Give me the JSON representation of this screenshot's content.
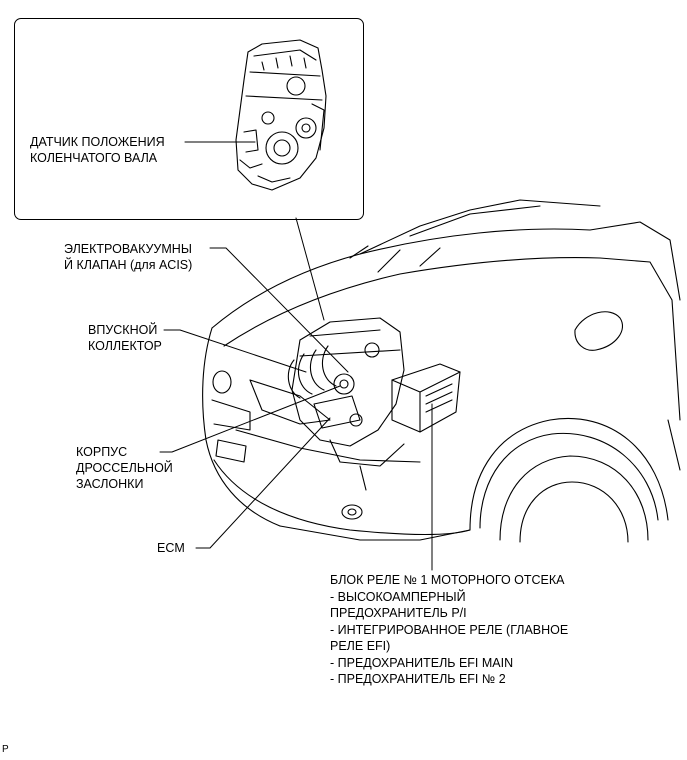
{
  "inset": {
    "crank_sensor_line1": "ДАТЧИК ПОЛОЖЕНИЯ",
    "crank_sensor_line2": "КОЛЕНЧАТОГО ВАЛА"
  },
  "labels": {
    "evv_line1": "ЭЛЕКТРОВАКУУМНЫ",
    "evv_line2": "Й КЛАПАН (для ACIS)",
    "intake_line1": "ВПУСКНОЙ",
    "intake_line2": "КОЛЛЕКТОР",
    "throttle_line1": "КОРПУС",
    "throttle_line2": "ДРОССЕЛЬНОЙ",
    "throttle_line3": "ЗАСЛОНКИ",
    "ecm": "ECM"
  },
  "relay_block": {
    "title": "БЛОК РЕЛЕ № 1 МОТОРНОГО ОТСЕКА",
    "items": [
      "- ВЫСОКОАМПЕРНЫЙ",
      "ПРЕДОХРАНИТЕЛЬ P/I",
      "- ИНТЕГРИРОВАННОЕ РЕЛЕ (ГЛАВНОЕ",
      "РЕЛЕ EFI)",
      "- ПРЕДОХРАНИТЕЛЬ EFI MAIN",
      "- ПРЕДОХРАНИТЕЛЬ EFI № 2"
    ]
  },
  "corner_mark": "P"
}
